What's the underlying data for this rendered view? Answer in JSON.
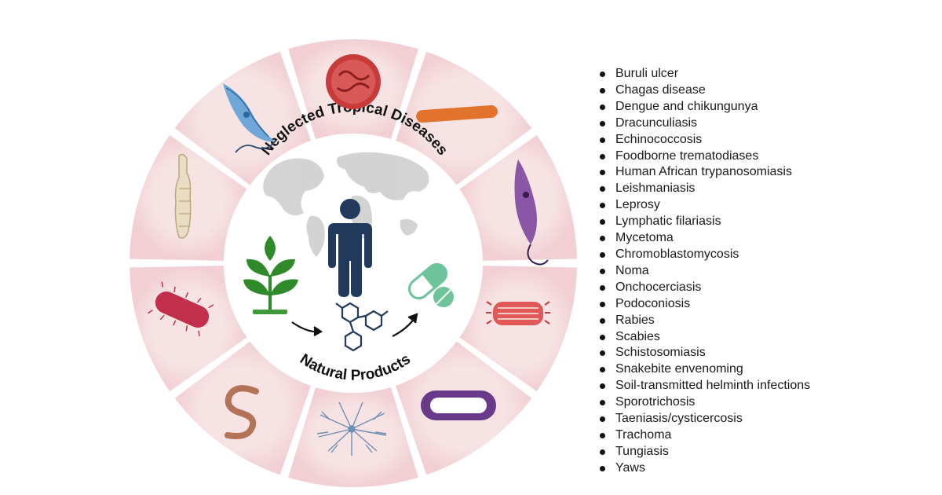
{
  "diagram": {
    "arc_top": "Neglected Tropical Diseases",
    "arc_bottom": "Natural Products",
    "center_icons": [
      "world-map-icon",
      "person-icon",
      "plant-icon",
      "molecule-icon",
      "pill-capsule-icon",
      "tablet-icon",
      "arrow-right-icon"
    ],
    "ring_icons": [
      "red-virus-icon",
      "orange-rod-bacterium-icon",
      "purple-trypanosome-icon",
      "red-mite-icon",
      "purple-capsule-organism-icon",
      "white-fungus-icon",
      "brown-worm-icon",
      "red-bacterium-icon",
      "tapeworm-icon",
      "blue-trypanosome-icon"
    ],
    "colors": {
      "segment_dark": "#f2d6d8",
      "segment_light": "#f9ecec",
      "plant": "#2f8a2a",
      "person": "#213a5c",
      "pill": "#6dc49a"
    }
  },
  "diseases": [
    "Buruli ulcer",
    "Chagas disease",
    "Dengue and chikungunya",
    "Dracunculiasis",
    "Echinococcosis",
    "Foodborne trematodiases",
    "Human African trypanosomiasis",
    "Leishmaniasis",
    "Leprosy",
    "Lymphatic filariasis",
    "Mycetoma",
    "Chromoblastomycosis",
    "Noma",
    "Onchocerciasis",
    "Podoconiosis",
    "Rabies",
    "Scabies",
    "Schistosomiasis",
    "Snakebite envenoming",
    "Soil-transmitted helminth infections",
    "Sporotrichosis",
    "Taeniasis/cysticercosis",
    "Trachoma",
    "Tungiasis",
    "Yaws"
  ]
}
